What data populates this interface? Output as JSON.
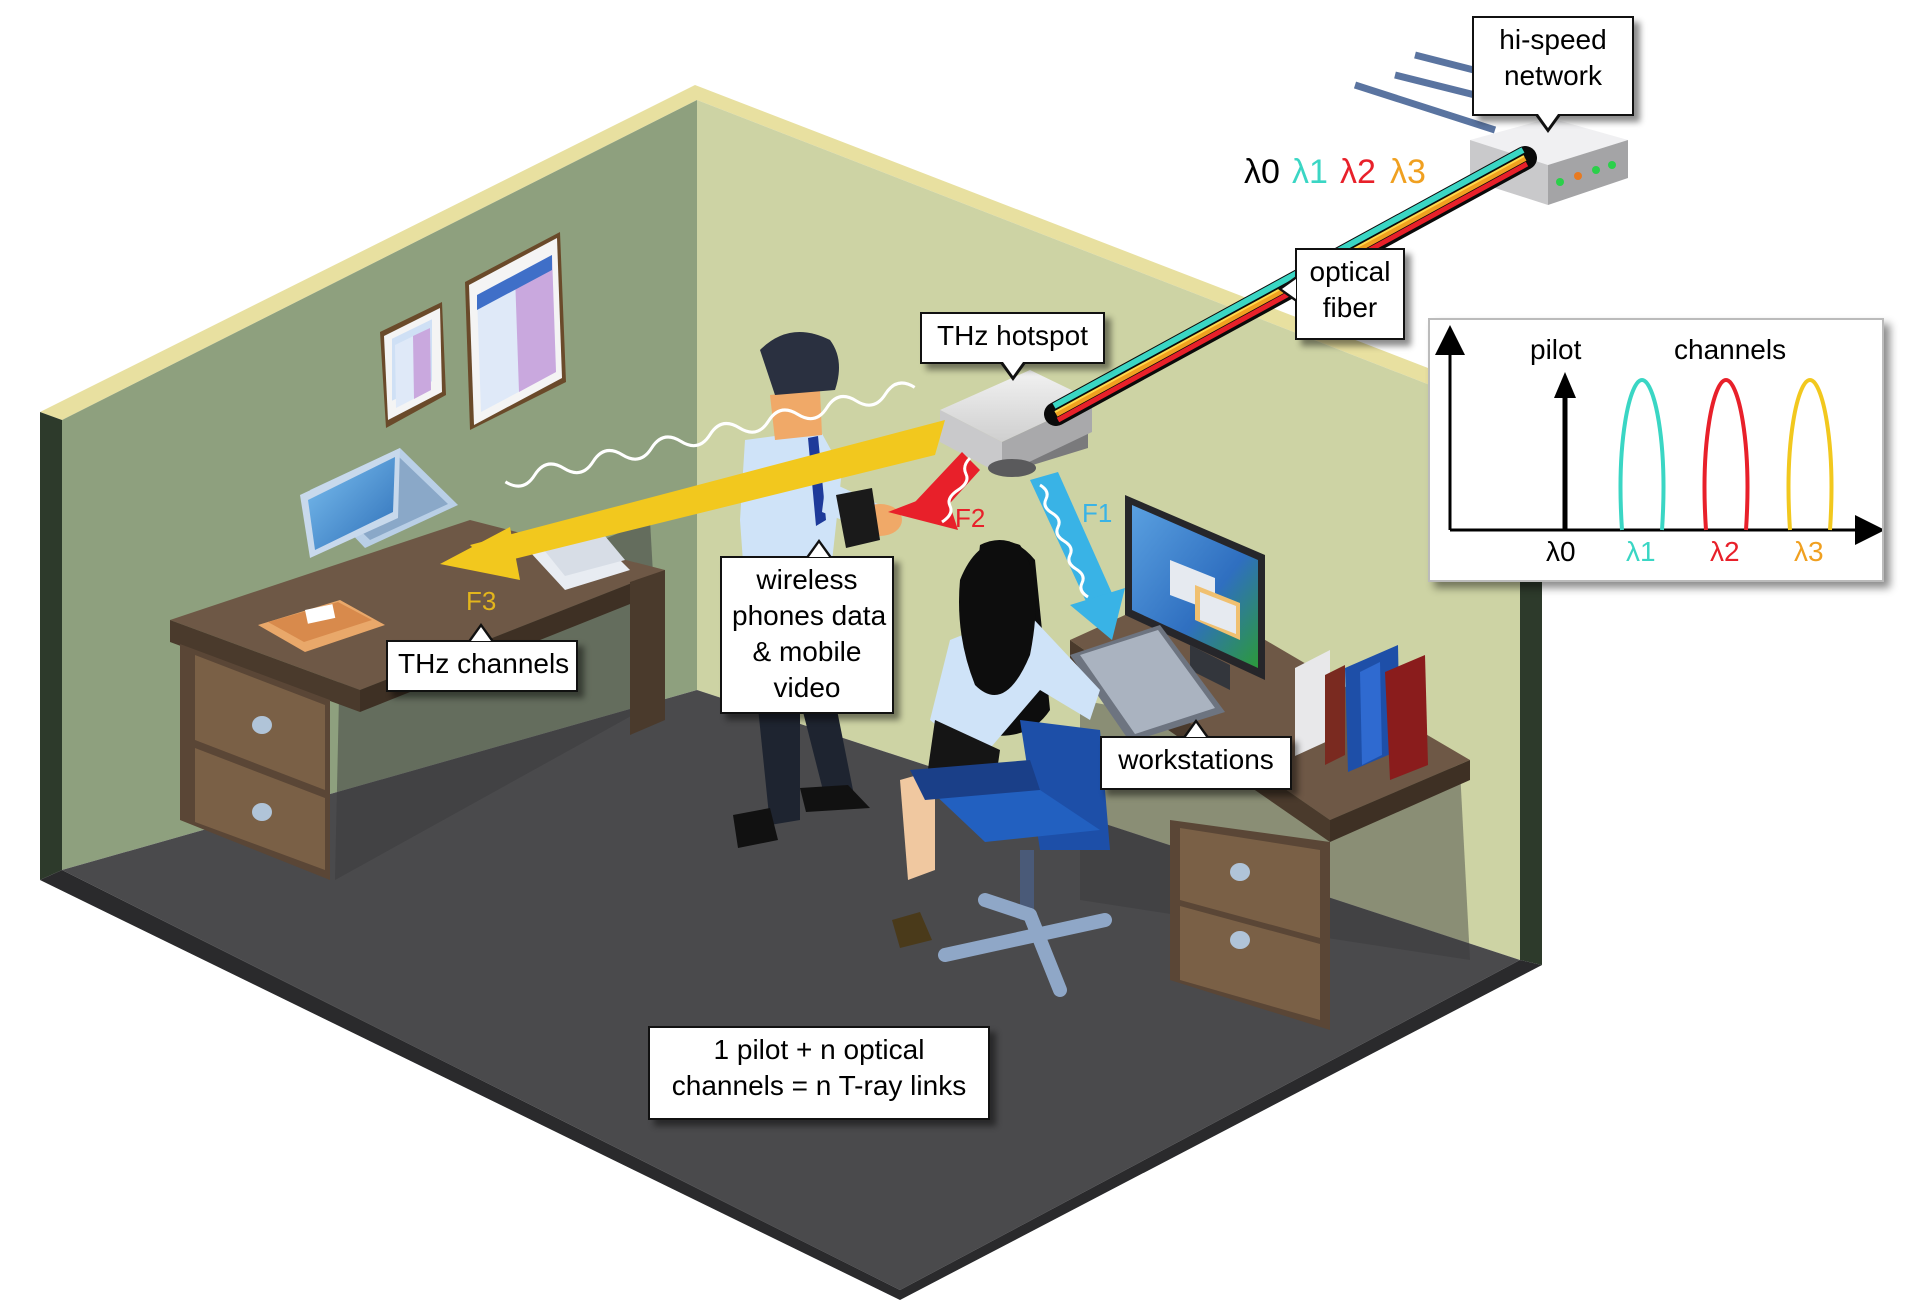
{
  "callouts": {
    "network": [
      "hi-speed",
      "network"
    ],
    "fiber": [
      "optical",
      "fiber"
    ],
    "hotspot": "THz hotspot",
    "phones": [
      "wireless",
      "phones data",
      "& mobile",
      "video"
    ],
    "thz_channels": "THz channels",
    "workstations": "workstations",
    "summary": [
      "1 pilot + n optical",
      "channels = n T-ray links"
    ]
  },
  "wavelengths": [
    "λ0",
    "λ1",
    "λ2",
    "λ3"
  ],
  "links": [
    "F1",
    "F2",
    "F3"
  ],
  "spectrum": {
    "pilot_label": "pilot",
    "channels_label": "channels",
    "ticks": [
      "λ0",
      "λ1",
      "λ2",
      "λ3"
    ]
  },
  "colors": {
    "lambda0": "#000000",
    "lambda1": "#3ad6c4",
    "lambda2": "#e8202a",
    "lambda3": "#f0a020",
    "f1": "#39b3e6",
    "f2": "#e8202a",
    "f3": "#f2c81e"
  }
}
